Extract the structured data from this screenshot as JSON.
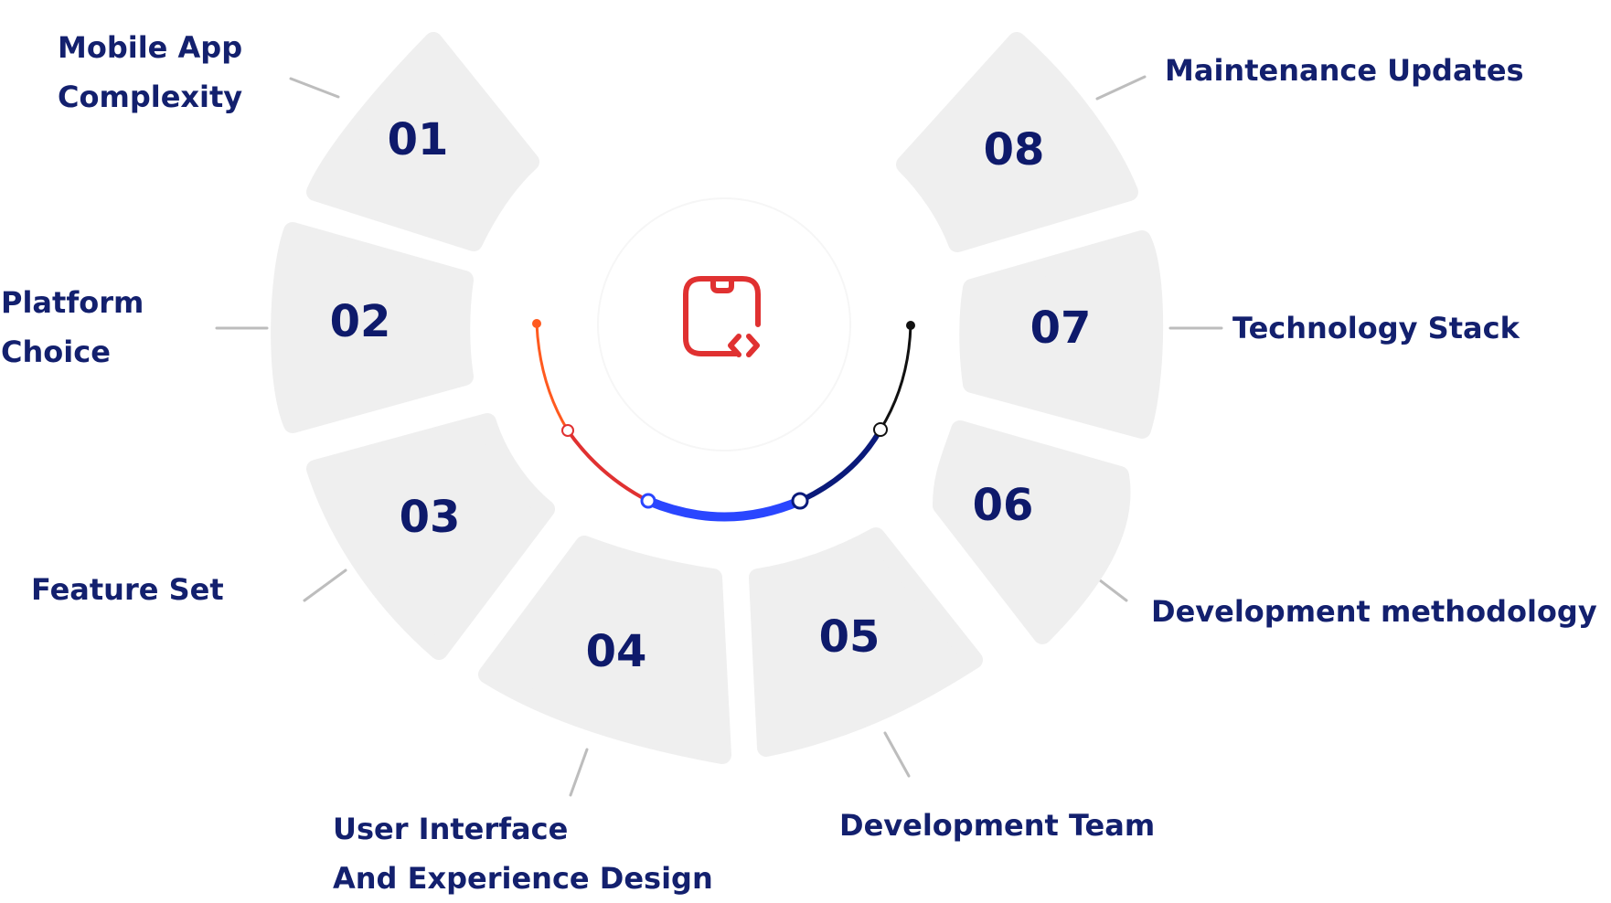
{
  "segments": [
    {
      "num": "01",
      "label": "Mobile App\nComplexity"
    },
    {
      "num": "02",
      "label": "Platform\nChoice"
    },
    {
      "num": "03",
      "label": "Feature Set"
    },
    {
      "num": "04",
      "label": "User Interface\nAnd Experience Design"
    },
    {
      "num": "05",
      "label": "Development Team"
    },
    {
      "num": "06",
      "label": "Development methodology"
    },
    {
      "num": "07",
      "label": "Technology Stack"
    },
    {
      "num": "08",
      "label": "Maintenance Updates"
    }
  ],
  "center_icon": "mobile-app-code-icon",
  "colors": {
    "segment_fill": "#efefef",
    "number_text": "#0e1a6b",
    "label_text": "#13206e",
    "icon": "#e03131",
    "arc_orange": "#ff5a1f",
    "arc_red": "#e03131",
    "arc_blue": "#2a46ff",
    "arc_navy": "#0a1a7a",
    "arc_black": "#111111",
    "connector": "#bdbdbd"
  }
}
